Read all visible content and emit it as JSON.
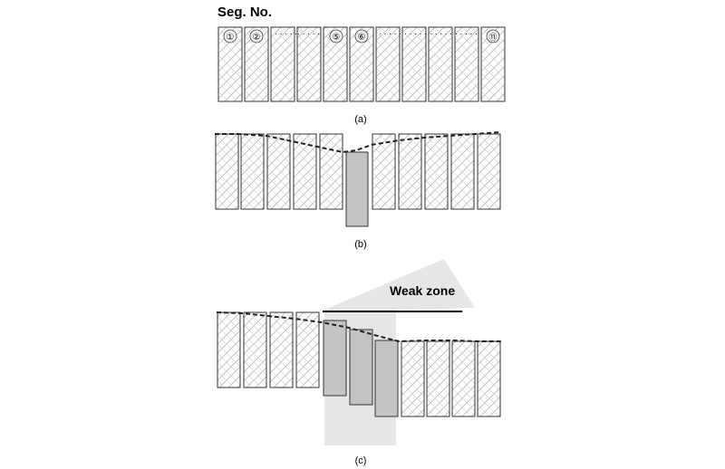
{
  "figure": {
    "heading": "Seg. No.",
    "segment_labels": [
      "①",
      "②",
      "⑤",
      "⑥",
      "⑪"
    ],
    "ellipsis": "· · · · ·",
    "panel_a_label": "(a)",
    "panel_b_label": "(b)",
    "panel_c_label": "(c)",
    "weak_zone_label": "Weak zone"
  },
  "colors": {
    "segment_stroke": "#333333",
    "hatch": "#b8b8b8",
    "displaced_fill": "#c4c4c4",
    "weak_zone_fill": "#e6e6e6",
    "dashed_line": "#222222"
  }
}
